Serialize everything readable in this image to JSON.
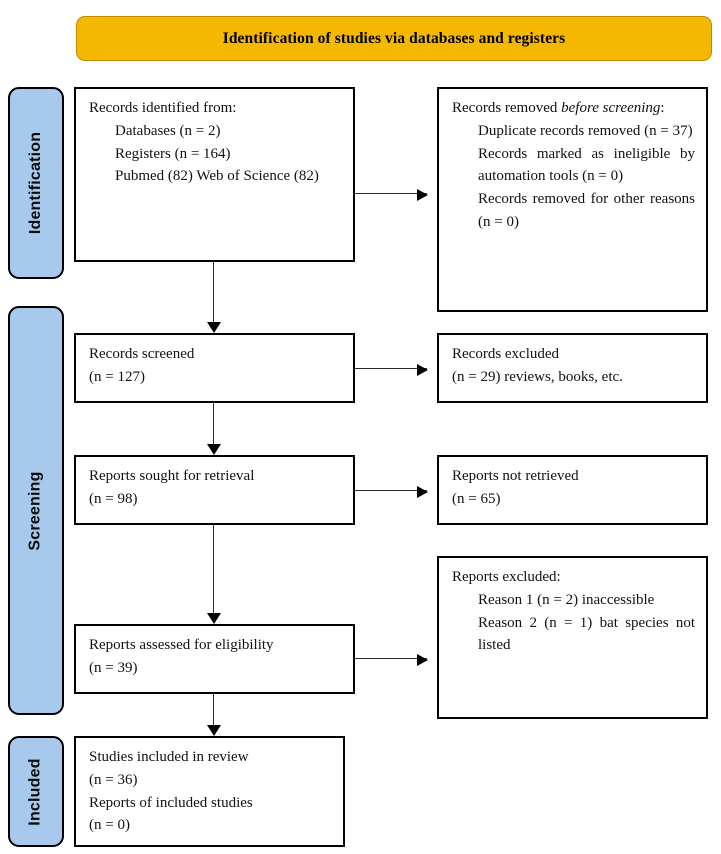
{
  "banner": {
    "title": "Identification of studies via databases and registers"
  },
  "stages": [
    {
      "label": "Identification"
    },
    {
      "label": "Screening"
    },
    {
      "label": "Included"
    }
  ],
  "boxes": {
    "records_identified": {
      "heading": "Records identified from:",
      "line_databases": "Databases (n = 2)",
      "line_registers": "Registers (n = 164)",
      "line_sources": "Pubmed (82) Web of Science (82)"
    },
    "records_removed": {
      "heading_prefix": "Records removed ",
      "heading_italic": "before screening",
      "heading_suffix": ":",
      "line_duplicates": "Duplicate records removed (n = 37)",
      "line_automation": "Records marked as ineligible by automation tools (n = 0)",
      "line_other": "Records removed for other reasons (n = 0)"
    },
    "records_screened": {
      "heading": "Records screened",
      "count": "(n = 127)"
    },
    "records_excluded": {
      "heading": "Records excluded",
      "count": "(n = 29) reviews, books, etc."
    },
    "reports_sought": {
      "heading": "Reports sought for retrieval",
      "count": "(n = 98)"
    },
    "reports_not_retrieved": {
      "heading": "Reports not retrieved",
      "count": "(n = 65)"
    },
    "reports_assessed": {
      "heading": "Reports assessed for eligibility",
      "count": "(n = 39)"
    },
    "reports_excluded": {
      "heading": "Reports excluded:",
      "line_reason1": "Reason 1 (n = 2) inaccessible",
      "line_reason2": "Reason 2 (n = 1) bat species not listed"
    },
    "studies_included": {
      "line_studies": "Studies included in review",
      "count_studies": "(n = 36)",
      "line_reports": "Reports of included studies",
      "count_reports": "(n = 0)"
    }
  },
  "colors": {
    "banner_fill": "#F5B800",
    "stage_fill": "#A7C9EB",
    "box_border": "#000000",
    "text": "#000000"
  }
}
